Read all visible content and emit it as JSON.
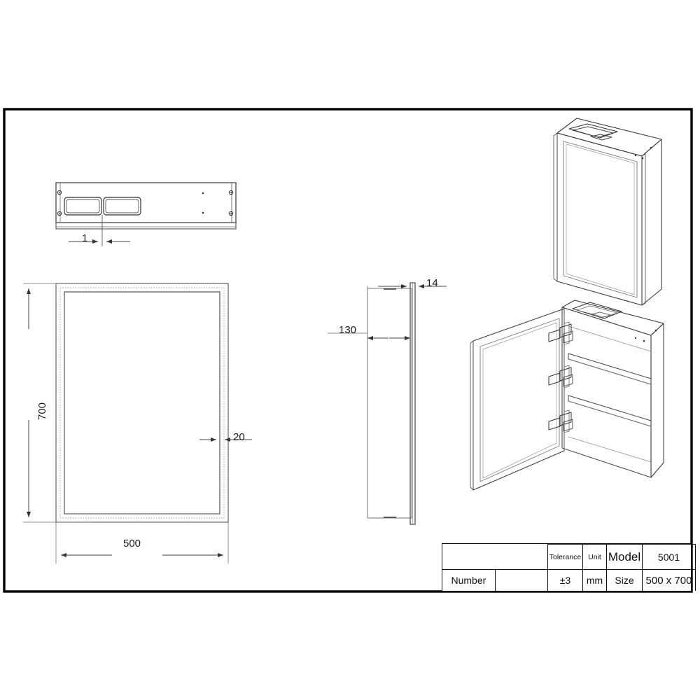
{
  "drawing": {
    "type": "technical-engineering-drawing",
    "subject": "LED bathroom mirror cabinet",
    "border_color": "#000000",
    "line_color": "#333333",
    "background": "#ffffff"
  },
  "views": {
    "top_view": {
      "name": "top-view",
      "label": "",
      "features": [
        "two rounded switch cutouts",
        "screw holes",
        "edge band"
      ]
    },
    "front_view": {
      "name": "front-view",
      "label": "",
      "features": [
        "mirror panel",
        "illuminated frame band"
      ]
    },
    "side_view": {
      "name": "side-view",
      "label": "",
      "features": [
        "cabinet depth profile",
        "door leaf"
      ]
    },
    "iso_closed": {
      "name": "isometric-closed-view",
      "label": ""
    },
    "iso_open": {
      "name": "isometric-open-view",
      "label": "",
      "features": [
        "3 hinges",
        "2 shelves",
        "top switch panel"
      ]
    }
  },
  "dimensions": {
    "top_thickness": "1",
    "height": "700",
    "width": "500",
    "frame_band": "20",
    "depth": "130",
    "door_thickness": "14"
  },
  "title_block": {
    "number_label": "Number",
    "number_value": "",
    "tolerance_label": "Tolerance",
    "tolerance_value": "±3",
    "unit_label": "Unit",
    "unit_value": "mm",
    "model_label": "Model",
    "model_value": "5001",
    "size_label": "Size",
    "size_value": "500 x 700"
  }
}
